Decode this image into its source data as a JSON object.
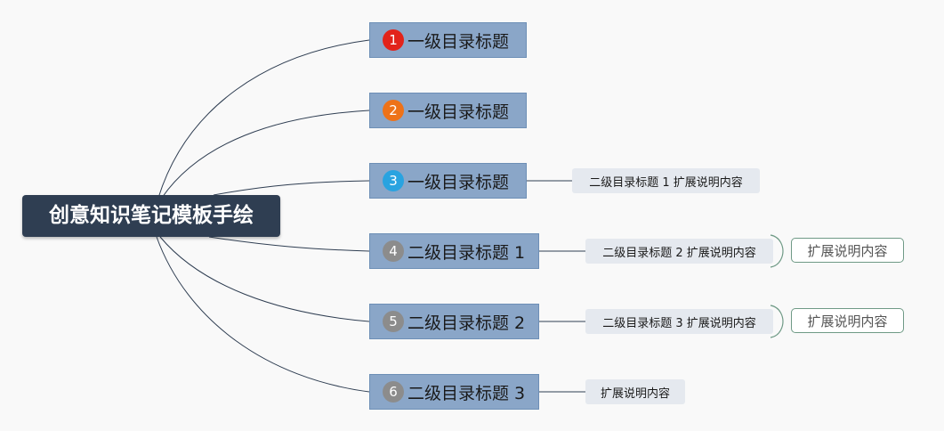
{
  "root": {
    "label": "创意知识笔记模板手绘"
  },
  "topics": [
    {
      "badge": "1",
      "label": "一级目录标题",
      "badge_color": "#e2231a"
    },
    {
      "badge": "2",
      "label": "一级目录标题",
      "badge_color": "#ee7218"
    },
    {
      "badge": "3",
      "label": "一级目录标题",
      "badge_color": "#29a3e0"
    },
    {
      "badge": "4",
      "label": "二级目录标题 1",
      "badge_color": "#8c8c8c"
    },
    {
      "badge": "5",
      "label": "二级目录标题 2",
      "badge_color": "#8c8c8c"
    },
    {
      "badge": "6",
      "label": "二级目录标题 3",
      "badge_color": "#8c8c8c"
    }
  ],
  "subtopics": {
    "t3": "二级目录标题 1 扩展说明内容",
    "t4": "二级目录标题 2 扩展说明内容",
    "t5": "二级目录标题 3 扩展说明内容",
    "t6": "扩展说明内容"
  },
  "notes": {
    "t4": "扩展说明内容",
    "t5": "扩展说明内容"
  },
  "colors": {
    "root_bg": "#2f3e52",
    "topic_bg": "#8aa6c8",
    "connector": "#2f3e52",
    "note_border": "#6f9a86"
  }
}
